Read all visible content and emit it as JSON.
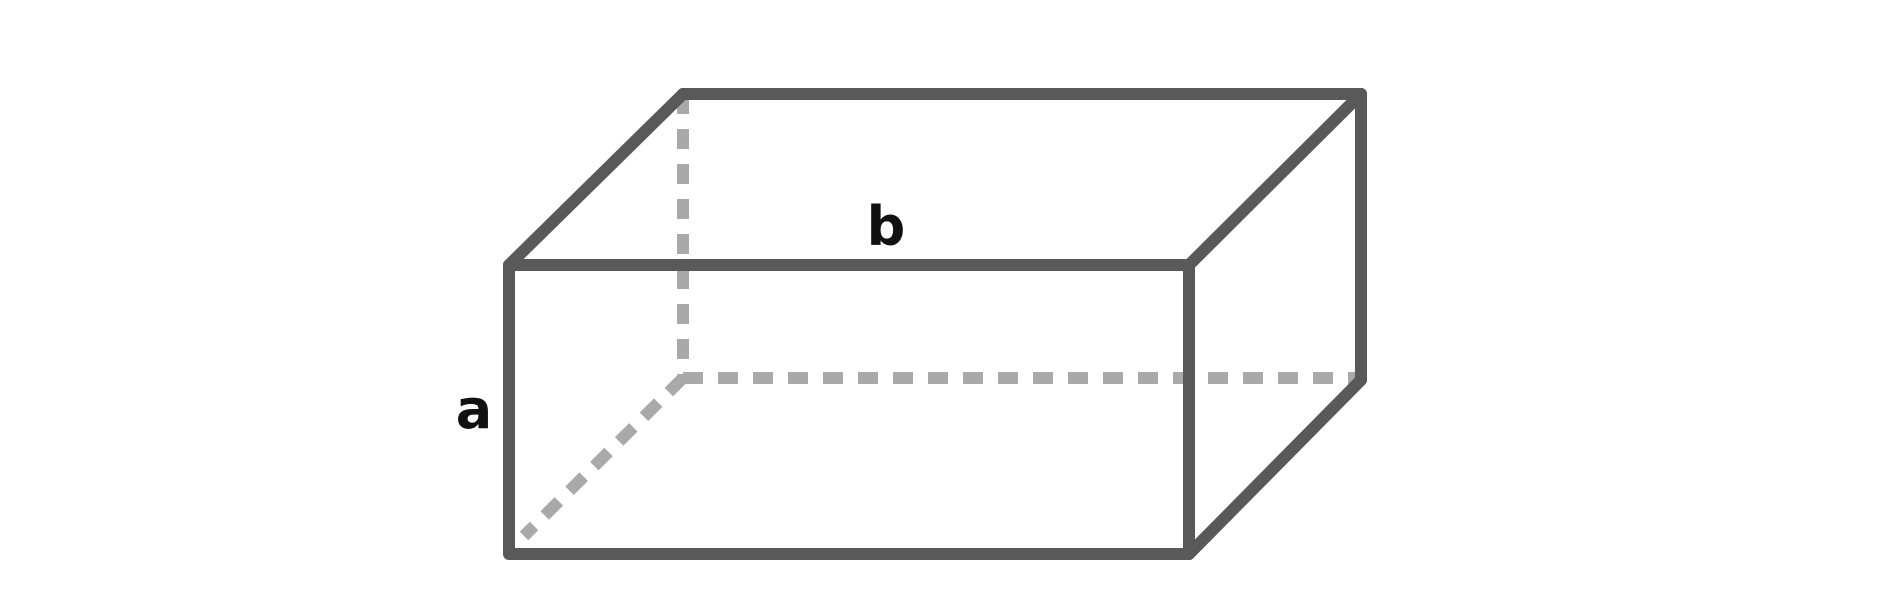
{
  "diagram": {
    "kind": "rectangular-prism",
    "labels": {
      "front_height": "a",
      "top_length": "b"
    },
    "colors": {
      "solid_edge": "#595959",
      "hidden_edge": "#a9a9a9",
      "label_text": "#111111",
      "background": "#ffffff"
    }
  }
}
